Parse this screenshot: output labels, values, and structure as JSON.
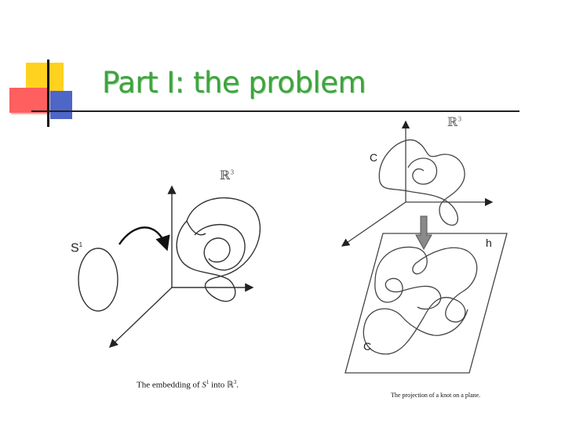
{
  "slide": {
    "title": "Part I: the problem"
  },
  "left_figure": {
    "circle_label_base": "S",
    "circle_label_sup": "1",
    "space_label_base": "ℝ",
    "space_label_sup": "3",
    "caption_prefix": "The embedding of ",
    "caption_s_base": "S",
    "caption_s_sup": "1",
    "caption_mid": " into ",
    "caption_r_base": "ℝ",
    "caption_r_sup": "3",
    "caption_suffix": "."
  },
  "right_figure": {
    "space_label_base": "ℝ",
    "space_label_sup": "3",
    "curve_label_top": "C",
    "plane_label": "h",
    "curve_label_bottom": "C",
    "caption": "The projection of a knot on a plane."
  },
  "colors": {
    "title": "#3fa33f",
    "yellow_block": "#ffd21f",
    "red_block": "#ff5f5f",
    "blue_block": "#4d66c7"
  }
}
